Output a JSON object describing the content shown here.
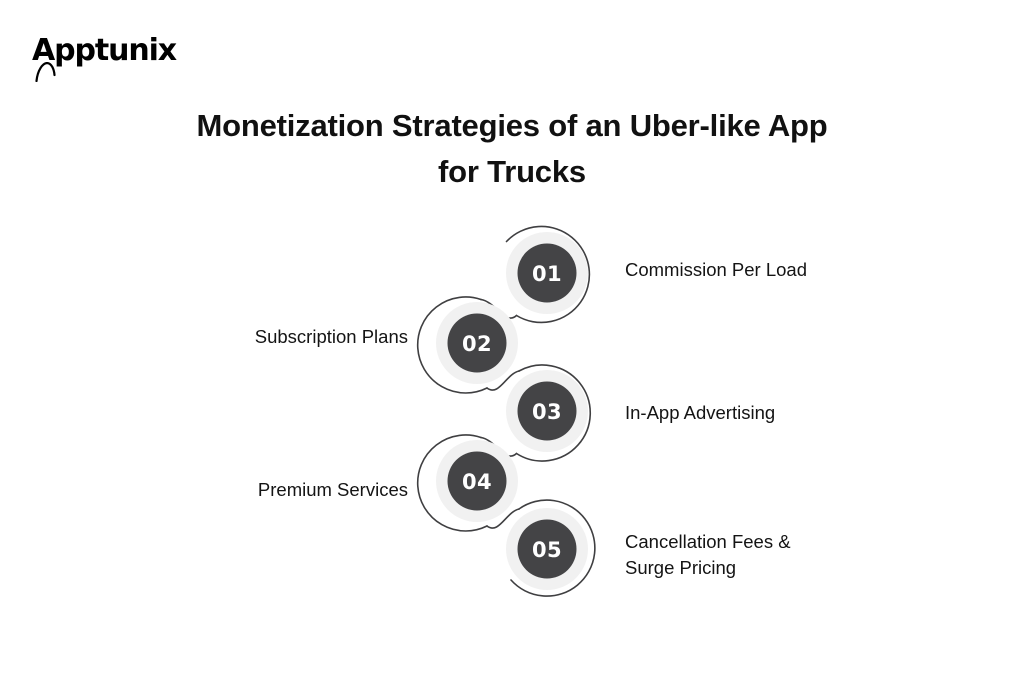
{
  "brand": {
    "name": "Apptunix",
    "logo_icon": "apptunix-arch-logo"
  },
  "header": {
    "title": "Monetization Strategies of an Uber-like App for Trucks"
  },
  "diagram": {
    "type": "numbered-chain-list",
    "accent_color": "#444446",
    "halo_color": "#f1f1f1",
    "ring_stroke_color": "#3f3f41",
    "text_color": "#141414",
    "items": [
      {
        "number": "01",
        "label": "Commission Per Load",
        "side": "right"
      },
      {
        "number": "02",
        "label": "Subscription Plans",
        "side": "left"
      },
      {
        "number": "03",
        "label": "In-App Advertising",
        "side": "right"
      },
      {
        "number": "04",
        "label": "Premium Services",
        "side": "left"
      },
      {
        "number": "05",
        "label": "Cancellation Fees &\nSurge Pricing",
        "side": "right"
      }
    ]
  }
}
